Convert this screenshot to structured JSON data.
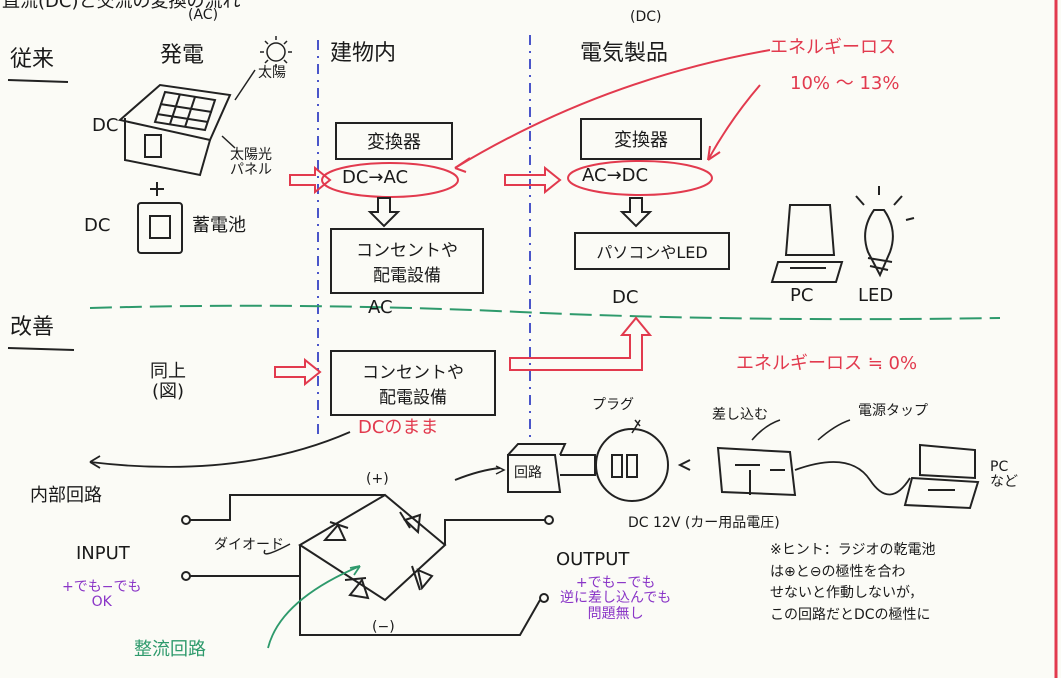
{
  "header": {
    "title": "直流(DC)と交流の変換の流れ",
    "title_ac_note": "(AC)"
  },
  "legacy": {
    "label": "従来",
    "generation": "発電",
    "sun": "太陽",
    "solar_panel": "太陽光\nパネル",
    "dc_solar": "DC",
    "battery_dc": "DC",
    "battery_plus": "+",
    "battery": "蓄電池",
    "building": "建物内",
    "converter1": "変換器",
    "conv1_flow": "DC→AC",
    "outlet1": "コンセントや\n配電設備",
    "ac_label": "AC",
    "appliance_dc": "(DC)",
    "appliance": "電気製品",
    "converter2": "変換器",
    "conv2_flow": "AC→DC",
    "pc_led_box": "パソコンやLED",
    "pc": "PC",
    "led": "LED",
    "energy_loss": "エネルギーロス",
    "loss_value": "10% ～ 13%",
    "dc_under": "DC"
  },
  "improved": {
    "label": "改善",
    "same": "同上\n(図)",
    "outlet2": "コンセントや\n配電設備",
    "dc_keep": "DCのまま",
    "energy_loss": "エネルギーロス ≒ 0%",
    "plug": "プラグ",
    "insert": "差し込む",
    "power_strip": "電源タップ",
    "circuit": "回路",
    "pc_etc": "PC\nなど",
    "dc12v": "DC 12V (カー用品電圧)"
  },
  "circuit": {
    "internal": "内部回路",
    "plus": "(+)",
    "minus": "(−)",
    "diode": "ダイオード",
    "input": "INPUT",
    "input_note": "+でも−でも\nOK",
    "output": "OUTPUT",
    "output_note": "+でも−でも\n逆に差し込んでも\n問題無し",
    "rectifier": "整流回路",
    "hint": "※ヒント：ラジオの乾電池\nは⊕と⊖の極性を合わ\nせないと作動しないが，\nこの回路だとDCの極性に"
  },
  "colors": {
    "ink": "#1a1a1a",
    "red": "#e23a4e",
    "purple": "#8a35c7",
    "green": "#2e9a6c",
    "divider_blue": "#4a55c9"
  }
}
